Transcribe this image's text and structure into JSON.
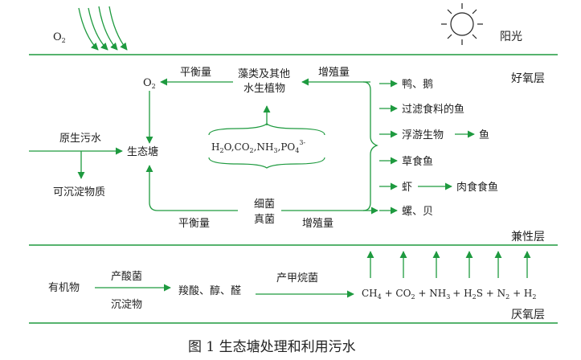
{
  "figure_caption": "图 1 生态塘处理和利用污水",
  "layers": {
    "top_o2": "O",
    "top_o2_sub": "2",
    "sun_label": "阳光",
    "aerobic": "好氧层",
    "facultative": "兼性层",
    "anaerobic": "厌氧层"
  },
  "aerobic_zone": {
    "pond": "生态塘",
    "o2": "O",
    "o2_sub": "2",
    "balance_top": "平衡量",
    "algae_line1": "藻类及其他",
    "algae_line2": "水生植物",
    "growth_top": "增殖量",
    "raw_sewage": "原生污水",
    "sediment": "可沉淀物质",
    "nutrients": {
      "h": "H",
      "h_sub": "2",
      "o_co": "O,CO",
      "co_sub": "2",
      "nh": ",NH",
      "nh_sub": "3",
      "po": ",PO",
      "po_sub": "4",
      "po_sup": "3-"
    },
    "bacteria": "细菌",
    "fungi": "真菌",
    "balance_bottom": "平衡量",
    "growth_bottom": "增殖量",
    "outputs": [
      "鸭、鹅",
      "过滤食料的鱼",
      "浮游生物",
      "草食鱼",
      "虾",
      "螺、贝"
    ],
    "plankton_to": "鱼",
    "shrimp_to": "肉食食鱼"
  },
  "anaerobic_zone": {
    "organics": "有机物",
    "acid_bacteria": "产酸菌",
    "sediment": "沉淀物",
    "intermediates": "羧酸、醇、醛",
    "methanogens": "产甲烷菌",
    "products": {
      "ch": "CH",
      "ch_sub": "4",
      "co": " + CO",
      "co_sub": "2",
      "nh": " + NH",
      "nh_sub": "3",
      "hs_h": "+ H",
      "hs_sub": "2",
      "hs_s": "S",
      "n": " + N",
      "n_sub": "2",
      "h": " + H",
      "h_sub": "2"
    }
  },
  "colors": {
    "arrow": "#1e9a3f",
    "line": "#1e9a3f",
    "text": "#222222"
  }
}
